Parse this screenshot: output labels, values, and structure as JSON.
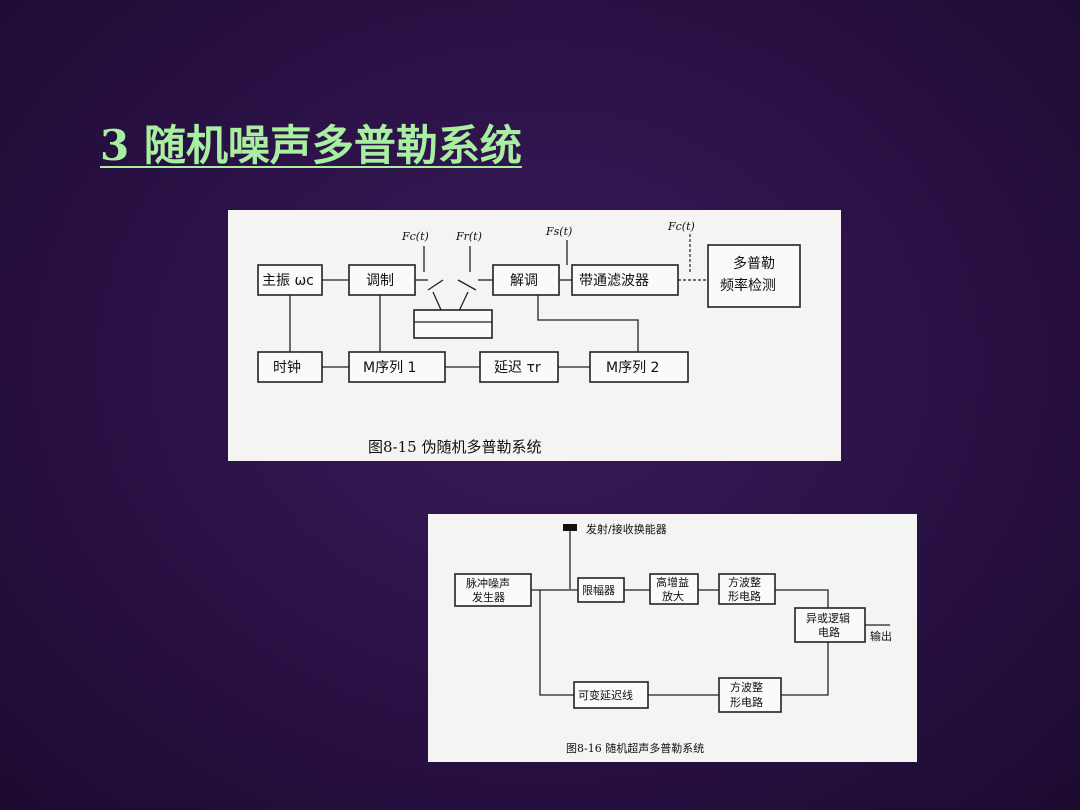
{
  "slide": {
    "title": "3 随机噪声多普勒系统"
  },
  "figure1": {
    "caption": "图8-15   伪随机多普勒系统",
    "signals": [
      "Fc(t)",
      "Fr(t)",
      "Fs(t)",
      "Fc(t)"
    ],
    "blocks": {
      "oscillator": "主振 ωc",
      "modulation": "调制",
      "demodulation": "解调",
      "bandpass": "带通滤波器",
      "doppler_line1": "多普勒",
      "doppler_line2": "频率检测",
      "clock": "时钟",
      "mseq1": "M序列 1",
      "delay": "延迟 τr",
      "mseq2": "M序列 2"
    }
  },
  "figure2": {
    "caption": "图8-16   随机超声多普勒系统",
    "transducer": "发射/接收换能器",
    "blocks": {
      "noise_line1": "脉冲噪声",
      "noise_line2": "发生器",
      "limiter": "限幅器",
      "amp_line1": "高增益",
      "amp_line2": "放大",
      "shape1_line1": "方波整",
      "shape1_line2": "形电路",
      "xor_line1": "异或逻辑",
      "xor_line2": "电路",
      "output": "输出",
      "delay_line": "可变延迟线",
      "shape2_line1": "方波整",
      "shape2_line2": "形电路"
    }
  }
}
